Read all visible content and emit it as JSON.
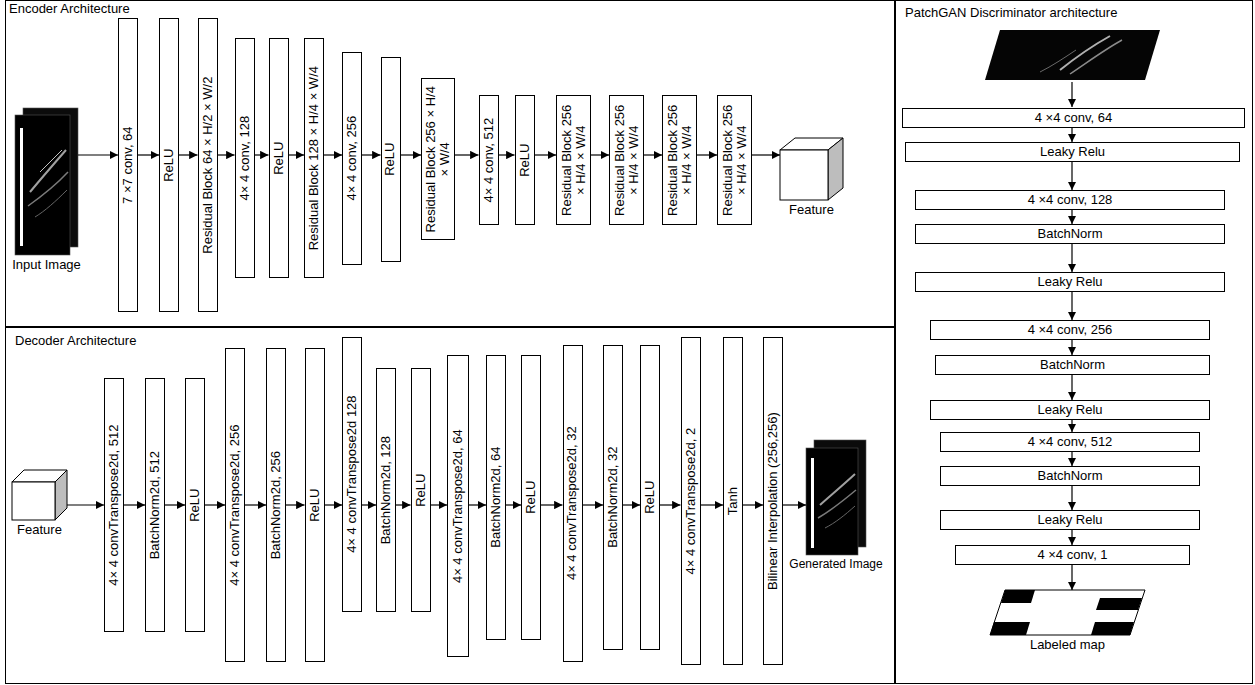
{
  "diagram": {
    "nodes": [
      {
        "text": [
          "Encoder Architecture"
        ]
      },
      {
        "text": [
          "Input Image"
        ],
        "in": 0
      },
      {
        "text": [
          "7 ×7 conv, 64"
        ],
        "in": 0
      },
      {
        "text": [
          "ReLU"
        ],
        "in": 0
      },
      {
        "text": [
          "Residual Block 64 × H/2 × W/2"
        ],
        "in": 0
      },
      {
        "text": [
          "4× 4 conv, 128"
        ],
        "in": 0
      },
      {
        "text": [
          "ReLU"
        ],
        "in": 0
      },
      {
        "text": [
          "Residual Block 128 × H/4 × W/4"
        ],
        "in": 0
      },
      {
        "text": [
          "4× 4 conv, 256"
        ],
        "in": 0
      },
      {
        "text": [
          "ReLU"
        ],
        "in": 0
      },
      {
        "text": [
          "Residual Block 256 × H/4 × W/4"
        ],
        "in": 0
      },
      {
        "text": [
          "4× 4 conv, 512"
        ],
        "in": 0
      },
      {
        "text": [
          "ReLU"
        ],
        "in": 0
      },
      {
        "text": [
          "Residual Block 256 × H/4 × W/4"
        ],
        "in": 0
      },
      {
        "text": [
          "Residual Block 256 × H/4 × W/4"
        ],
        "in": 0
      },
      {
        "text": [
          "Residual Block 256 × H/4 × W/4"
        ],
        "in": 0
      },
      {
        "text": [
          "Residual Block 256 × H/4 × W/4"
        ],
        "in": 0
      },
      {
        "text": [
          "Feature"
        ],
        "in": 0
      },
      {
        "text": [
          "Decoder Architecture"
        ]
      },
      {
        "text": [
          "Feature"
        ],
        "in": 18
      },
      {
        "text": [
          "4× 4 convTranspose2d, 512"
        ],
        "in": 18
      },
      {
        "text": [
          "BatchNorm2d, 512"
        ],
        "in": 18
      },
      {
        "text": [
          "ReLU"
        ],
        "in": 18
      },
      {
        "text": [
          "4× 4 convTranspose2d, 256"
        ],
        "in": 18
      },
      {
        "text": [
          "BatchNorm2d, 256"
        ],
        "in": 18
      },
      {
        "text": [
          "ReLU"
        ],
        "in": 18
      },
      {
        "text": [
          "4× 4 convTranspose2d 128"
        ],
        "in": 18
      },
      {
        "text": [
          "BatchNorm2d, 128"
        ],
        "in": 18
      },
      {
        "text": [
          "ReLU"
        ],
        "in": 18
      },
      {
        "text": [
          "4× 4 convTranspose2d, 64"
        ],
        "in": 18
      },
      {
        "text": [
          "BatchNorm2d, 64"
        ],
        "in": 18
      },
      {
        "text": [
          "ReLU"
        ],
        "in": 18
      },
      {
        "text": [
          "4× 4 convTranspose2d, 32"
        ],
        "in": 18
      },
      {
        "text": [
          "BatchNorm2d, 32"
        ],
        "in": 18
      },
      {
        "text": [
          "ReLU"
        ],
        "in": 18
      },
      {
        "text": [
          "4× 4 convTranspose2d, 2"
        ],
        "in": 18
      },
      {
        "text": [
          "Tanh"
        ],
        "in": 18
      },
      {
        "text": [
          "Bilinear Interpolation (256,256)"
        ],
        "in": 18
      },
      {
        "text": [
          "Generated Image"
        ],
        "in": 18
      },
      {
        "text": [
          "PatchGAN Discriminator architecture"
        ]
      },
      {
        "text": [
          "4 ×4 conv, 64"
        ],
        "in": 39
      },
      {
        "text": [
          "Leaky Relu"
        ],
        "in": 39
      },
      {
        "text": [
          "4 ×4 conv, 128"
        ],
        "in": 39
      },
      {
        "text": [
          "BatchNorm"
        ],
        "in": 39
      },
      {
        "text": [
          "Leaky Relu"
        ],
        "in": 39
      },
      {
        "text": [
          "4 ×4 conv, 256"
        ],
        "in": 39
      },
      {
        "text": [
          "BatchNorm"
        ],
        "in": 39
      },
      {
        "text": [
          "Leaky Relu"
        ],
        "in": 39
      },
      {
        "text": [
          "4 ×4 conv, 512"
        ],
        "in": 39
      },
      {
        "text": [
          "BatchNorm"
        ],
        "in": 39
      },
      {
        "text": [
          "Leaky Relu"
        ],
        "in": 39
      },
      {
        "text": [
          "4 ×4 conv, 1"
        ],
        "in": 39
      },
      {
        "text": [
          "Labeled map"
        ],
        "in": 39
      }
    ],
    "edges": [
      {
        "from": 1,
        "to": 2,
        "arrow": "to"
      },
      {
        "from": 2,
        "to": 3,
        "arrow": "to"
      },
      {
        "from": 3,
        "to": 4,
        "arrow": "to"
      },
      {
        "from": 4,
        "to": 5,
        "arrow": "to"
      },
      {
        "from": 5,
        "to": 6,
        "arrow": "to"
      },
      {
        "from": 6,
        "to": 7,
        "arrow": "to"
      },
      {
        "from": 7,
        "to": 8,
        "arrow": "to"
      },
      {
        "from": 8,
        "to": 9,
        "arrow": "to"
      },
      {
        "from": 9,
        "to": 10,
        "arrow": "to"
      },
      {
        "from": 10,
        "to": 11,
        "arrow": "to"
      },
      {
        "from": 11,
        "to": 12,
        "arrow": "to"
      },
      {
        "from": 12,
        "to": 13,
        "arrow": "to"
      },
      {
        "from": 13,
        "to": 14,
        "arrow": "to"
      },
      {
        "from": 14,
        "to": 15,
        "arrow": "to"
      },
      {
        "from": 15,
        "to": 16,
        "arrow": "to"
      },
      {
        "from": 16,
        "to": 17,
        "arrow": "to"
      },
      {
        "from": 19,
        "to": 20,
        "arrow": "to"
      },
      {
        "from": 20,
        "to": 21,
        "arrow": "to"
      },
      {
        "from": 21,
        "to": 22,
        "arrow": "to"
      },
      {
        "from": 22,
        "to": 23,
        "arrow": "to"
      },
      {
        "from": 23,
        "to": 24,
        "arrow": "to"
      },
      {
        "from": 24,
        "to": 25,
        "arrow": "to"
      },
      {
        "from": 25,
        "to": 26,
        "arrow": "to"
      },
      {
        "from": 26,
        "to": 27,
        "arrow": "to"
      },
      {
        "from": 27,
        "to": 28,
        "arrow": "to"
      },
      {
        "from": 28,
        "to": 29,
        "arrow": "to"
      },
      {
        "from": 29,
        "to": 30,
        "arrow": "to"
      },
      {
        "from": 30,
        "to": 31,
        "arrow": "to"
      },
      {
        "from": 31,
        "to": 32,
        "arrow": "to"
      },
      {
        "from": 32,
        "to": 33,
        "arrow": "to"
      },
      {
        "from": 33,
        "to": 34,
        "arrow": "to"
      },
      {
        "from": 34,
        "to": 35,
        "arrow": "to"
      },
      {
        "from": 35,
        "to": 36,
        "arrow": "to"
      },
      {
        "from": 36,
        "to": 37,
        "arrow": "to"
      },
      {
        "from": 37,
        "to": 38,
        "arrow": "to"
      },
      {
        "from": 40,
        "to": 41,
        "arrow": "to"
      },
      {
        "from": 41,
        "to": 42,
        "arrow": "to"
      },
      {
        "from": 42,
        "to": 43,
        "arrow": "to"
      },
      {
        "from": 43,
        "to": 44,
        "arrow": "to"
      },
      {
        "from": 44,
        "to": 45,
        "arrow": "to"
      },
      {
        "from": 45,
        "to": 46,
        "arrow": "to"
      },
      {
        "from": 46,
        "to": 47,
        "arrow": "to"
      },
      {
        "from": 47,
        "to": 48,
        "arrow": "to"
      },
      {
        "from": 48,
        "to": 49,
        "arrow": "to"
      },
      {
        "from": 49,
        "to": 50,
        "arrow": "to"
      },
      {
        "from": 50,
        "to": 51,
        "arrow": "to"
      },
      {
        "from": 51,
        "to": 52,
        "arrow": "to"
      }
    ]
  }
}
